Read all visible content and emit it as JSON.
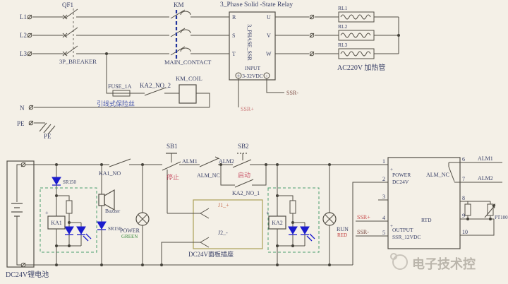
{
  "colors": {
    "background": "#f4f0e7",
    "wire": "#524e45",
    "label_navy": "#3a4168",
    "component_blue": "#1c1ccd",
    "km_link_blue": "#20339b",
    "relay_box_green": "#4a9e6e",
    "socket_box_olive": "#ac9f58",
    "chinese_blue": "#4a5aae",
    "pink_red": "#cc5b6e",
    "ssr_plus_red": "#c94f4f",
    "ssr_minus_dark": "#7a4a42",
    "green_text": "#3a8a3f",
    "red_text": "#c23b3b",
    "watermark_gray": "#bab5ab"
  },
  "top": {
    "phases": [
      "L1",
      "L2",
      "L3"
    ],
    "breaker": {
      "label": "QF1",
      "caption": "3P_BREAKER"
    },
    "contactor": {
      "label": "KM",
      "caption": "MAIN_CONTACT"
    },
    "ssr": {
      "title": "3_Phase Solid -State Relay",
      "body": "3_PHASE_SSR",
      "left_pins": [
        "R",
        "S",
        "T"
      ],
      "right_pins": [
        "U",
        "V",
        "W"
      ],
      "input_line1": "INPUT",
      "input_line2": "3-32VDC",
      "plus": "+",
      "minus": "-",
      "wire_plus": "SSR+",
      "wire_minus": "SSR-"
    },
    "heaters": {
      "labels": [
        "RL1",
        "RL2",
        "RL3"
      ],
      "caption": "AC220V 加热管"
    },
    "control": {
      "fuse_label": "FUSE_1A",
      "fuse_caption": "引线式保险丝",
      "contact": "KA2_NO_2",
      "coil": "KM_COIL"
    },
    "neutral": "N",
    "pe": "PE",
    "pe_ground": "PE"
  },
  "bottom": {
    "battery": {
      "caption": "DC24V锂电池"
    },
    "diode1": "SR150",
    "diode2": "SR150",
    "relay1": {
      "name": "KA1",
      "plus": "+"
    },
    "buzzer": "Buzzer",
    "contact_ka1": "KA1_NO",
    "lamp_power": {
      "line1": "POWER",
      "line2": "GREEN"
    },
    "stop": {
      "label": "SB1",
      "caption": "停止"
    },
    "alarm": {
      "alm1": "ALM1",
      "alm_nc": "ALM_NC",
      "alm2": "ALM2"
    },
    "start": {
      "label": "SB2",
      "caption": "启动"
    },
    "contact_ka2": "KA2_NO_1",
    "socket": {
      "j1": "J1_+",
      "j2": "J2_-",
      "caption": "DC24V面板插座"
    },
    "relay2": {
      "name": "KA2",
      "plus": "+"
    },
    "lamp_run": {
      "line1": "RUN",
      "line2": "RED"
    },
    "controller": {
      "pins_left": [
        "1",
        "2",
        "3",
        "4",
        "5"
      ],
      "pins_right": [
        "6",
        "7",
        "8",
        "9",
        "10"
      ],
      "power1": "POWER",
      "power2": "DC24V",
      "plus_pin1": "+",
      "plus_pin4": "+",
      "output1": "OUTPUT",
      "output2": "SSR_12VDC",
      "alm_nc": "ALM_NC",
      "alm1": "ALM1",
      "alm2": "ALM2",
      "rtd": "RTD",
      "pt100": "PT100",
      "ssr_plus": "SSR+",
      "ssr_minus": "SSR-"
    },
    "watermark": "电子技术控"
  }
}
